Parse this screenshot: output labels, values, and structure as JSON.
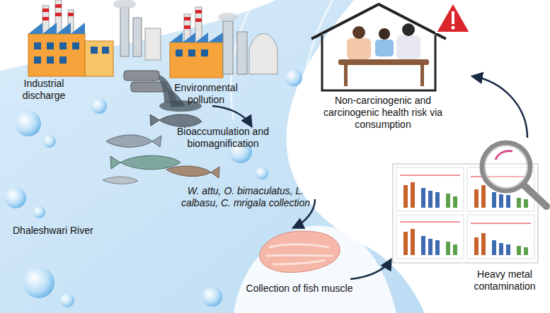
{
  "diagram": {
    "labels": [
      "Environmental pollution",
      "Industrial discharge",
      "Bioaccumulation and biomagnification",
      "Dhaleshwari River",
      "W. attu, O. bimaculatus, L. calbasu, C. mrigala collection",
      "Non-carcinogenic and carcinogenic health risk via consumption",
      "Collection of fish muscle",
      "Heavy metal contamination"
    ]
  }
}
